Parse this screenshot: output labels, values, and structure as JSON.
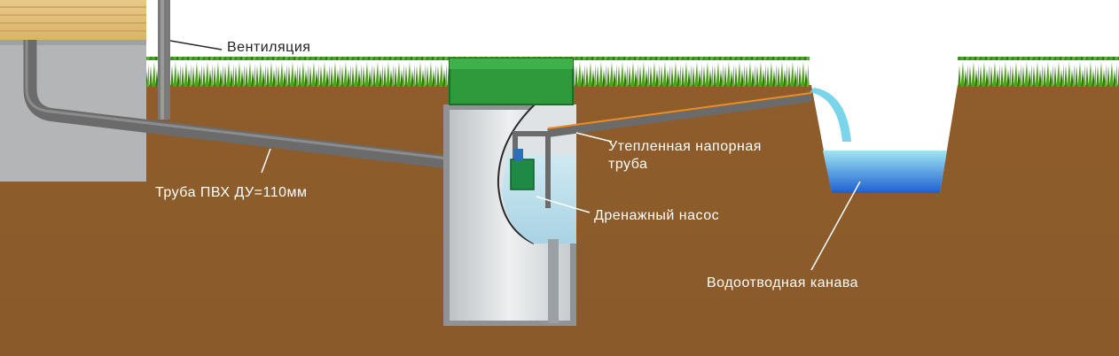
{
  "labels": {
    "ventilation": "Вентиляция",
    "pvc_pipe": "Труба ПВХ ДУ=110мм",
    "pressure_pipe_line1": "Утепленная напорная",
    "pressure_pipe_line2": "труба",
    "drain_pump": "Дренажный насос",
    "drainage_ditch": "Водоотводная канава"
  },
  "colors": {
    "soil": "#8d5c2c",
    "grass": "#3f8f1a",
    "lid": "#2f9a3c",
    "pipe": "#6b6b6b",
    "water": "#2f6bd6"
  }
}
